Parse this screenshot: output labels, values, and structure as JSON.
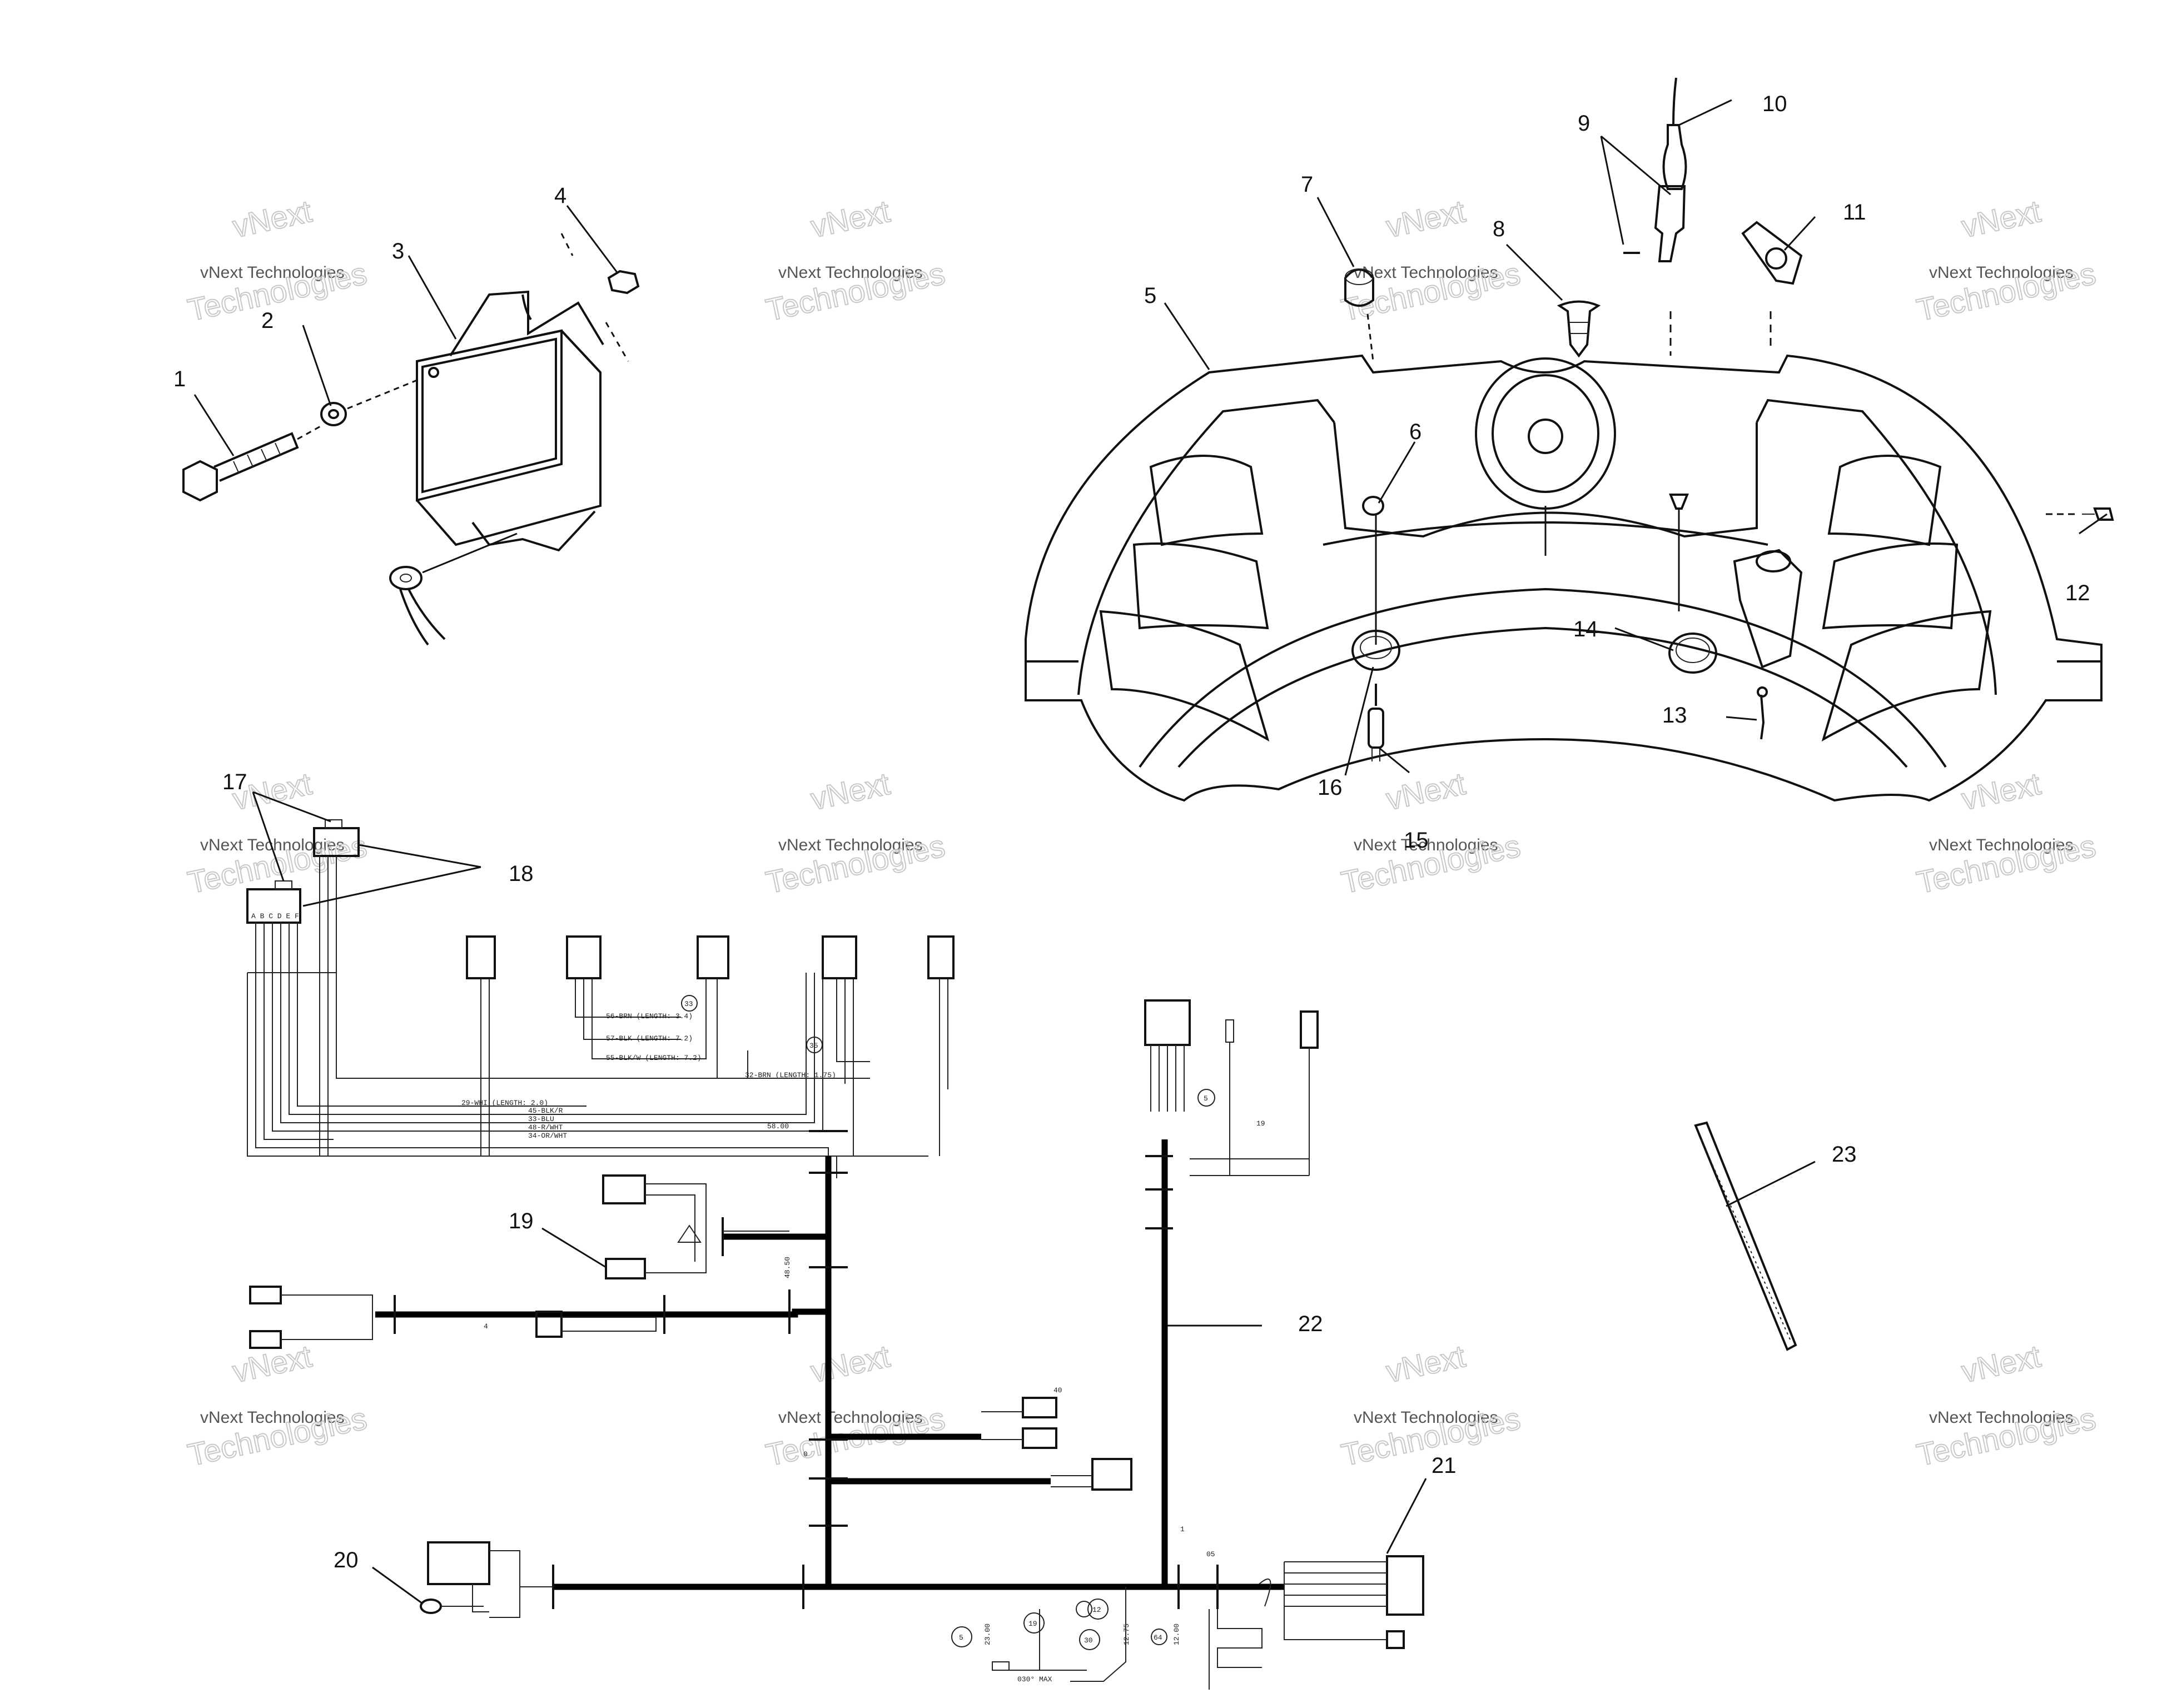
{
  "callouts": [
    {
      "id": "1",
      "label": "1"
    },
    {
      "id": "2",
      "label": "2"
    },
    {
      "id": "3",
      "label": "3"
    },
    {
      "id": "4",
      "label": "4"
    },
    {
      "id": "5",
      "label": "5"
    },
    {
      "id": "6",
      "label": "6"
    },
    {
      "id": "7",
      "label": "7"
    },
    {
      "id": "8",
      "label": "8"
    },
    {
      "id": "9",
      "label": "9"
    },
    {
      "id": "10",
      "label": "10"
    },
    {
      "id": "11",
      "label": "11"
    },
    {
      "id": "12",
      "label": "12"
    },
    {
      "id": "13",
      "label": "13"
    },
    {
      "id": "14",
      "label": "14"
    },
    {
      "id": "15",
      "label": "15"
    },
    {
      "id": "16",
      "label": "16"
    },
    {
      "id": "17",
      "label": "17"
    },
    {
      "id": "18",
      "label": "18"
    },
    {
      "id": "19",
      "label": "19"
    },
    {
      "id": "20",
      "label": "20"
    },
    {
      "id": "21",
      "label": "21"
    },
    {
      "id": "22",
      "label": "22"
    },
    {
      "id": "23",
      "label": "23"
    }
  ],
  "watermark": {
    "line1": "vNext Technologies",
    "line2": "Technologies",
    "line3": "vNext"
  },
  "harness": {
    "dim_5800": "58.00",
    "dim_4850": "48.50",
    "dim_1275": "12.75",
    "dim_1200": "12.00",
    "dim_2300": "23.00",
    "angle_note": "030° MAX",
    "wire_a": "56-BRN (LENGTH: 3.4)",
    "wire_b": "57-BLK (LENGTH: 7.2)",
    "wire_c": "55-BLK/W (LENGTH: 7.2)",
    "wire_d": "32-BRN (LENGTH: 1.75)",
    "wire_e": "29-WHI (LENGTH: 2.0)",
    "wire_f": "45-BLK/R",
    "wire_g": "33-BLU",
    "wire_h": "48-R/WHT",
    "wire_i": "34-OR/WHT",
    "conn_letters": "A B C D E F",
    "tag_19": "19",
    "tag_4": "4",
    "tag_40": "40",
    "tag_0": "0",
    "tag_1": "1",
    "tag_05": "05",
    "circ_5a": "5",
    "circ_5b": "5",
    "circ_19": "19",
    "circ_12": "12",
    "circ_30": "30",
    "circ_33": "33",
    "circ_35": "35",
    "circ_64": "64"
  }
}
